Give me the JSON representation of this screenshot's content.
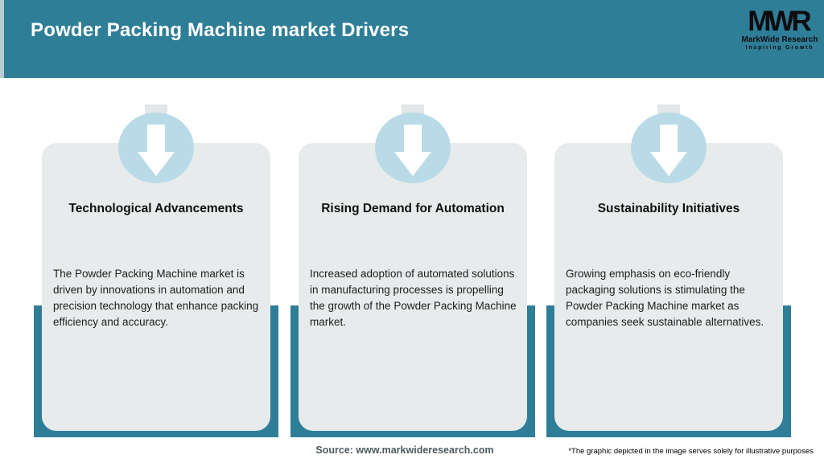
{
  "header": {
    "title": "Powder Packing Machine market Drivers"
  },
  "logo": {
    "monogram": "MWR",
    "name": "MarkWide Research",
    "tagline": "Inspiring Growth"
  },
  "cards": [
    {
      "title": "Technological Advancements",
      "body": "The Powder Packing Machine market is driven by innovations in automation and precision technology that enhance packing efficiency and accuracy."
    },
    {
      "title": "Rising Demand for Automation",
      "body": "Increased adoption of automated solutions in manufacturing processes is propelling the growth of the Powder Packing Machine market."
    },
    {
      "title": "Sustainability Initiatives",
      "body": "Growing emphasis on eco-friendly packaging solutions is stimulating the Powder Packing Machine market as companies seek sustainable alternatives."
    }
  ],
  "footer": {
    "source": "Source: www.markwideresearch.com",
    "disclaimer": "*The graphic depicted in the image serves solely for illustrative purposes"
  },
  "colors": {
    "header_teal": "#2f7e98",
    "tray_teal": "#2f7e98",
    "circle_blue": "#b9dbe7",
    "card_gray": "#e8ebec",
    "arrow_white": "#ffffff",
    "title_text": "#101010",
    "body_text": "#1d1d1d",
    "source_text": "#4c5a60",
    "logo_black": "#0d0d0f"
  }
}
